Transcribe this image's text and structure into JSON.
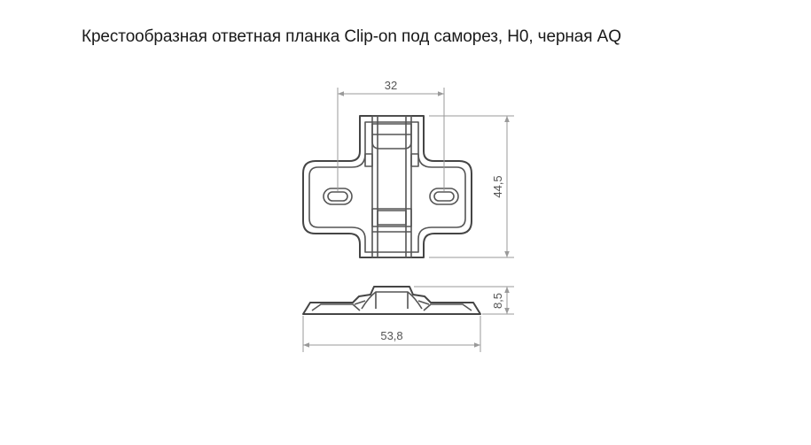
{
  "product": {
    "title": "Крестообразная ответная планка Clip-on под саморез, H0, черная AQ"
  },
  "drawing": {
    "top_view": {
      "hole_spacing_label": "32",
      "height_label": "44,5"
    },
    "side_view": {
      "width_label": "53,8",
      "thickness_label": "8,5"
    }
  },
  "colors": {
    "outline": "#454545",
    "dimension_lines": "#9a9a9a",
    "dimension_text": "#555555",
    "title_text": "#1a1a1a"
  }
}
